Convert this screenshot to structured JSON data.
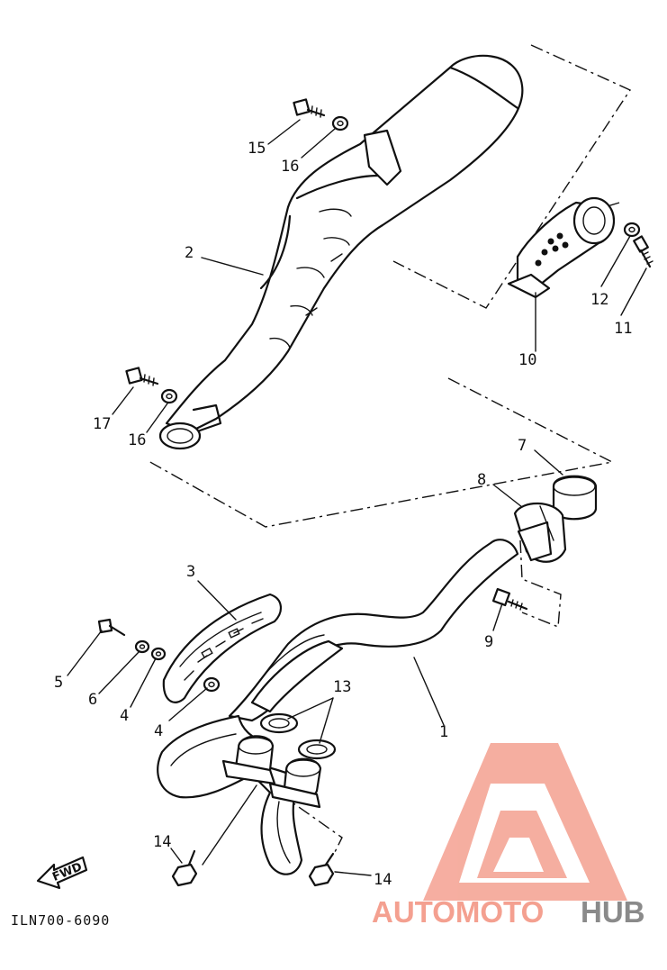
{
  "diagram_code": "ILN700-6090",
  "fwd_label": "FWD",
  "watermark": {
    "part_a": "AUTOMOTO",
    "part_b": "HUB",
    "logo_color": "#f4a090",
    "text_gray": "#8a8a8a"
  },
  "callouts": {
    "c1": "1",
    "c2": "2",
    "c3": "3",
    "c4a": "4",
    "c4b": "4",
    "c5": "5",
    "c6": "6",
    "c7": "7",
    "c8": "8",
    "c9": "9",
    "c10": "10",
    "c11": "11",
    "c12": "12",
    "c13": "13",
    "c14a": "14",
    "c14b": "14",
    "c15": "15",
    "c16a": "16",
    "c16b": "16",
    "c17": "17"
  }
}
